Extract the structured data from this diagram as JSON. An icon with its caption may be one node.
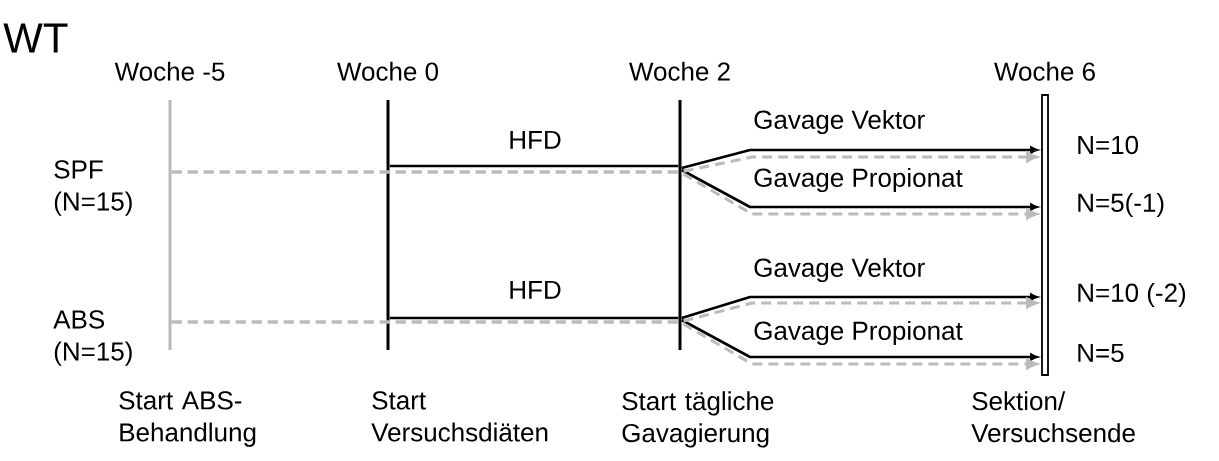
{
  "diagram": {
    "title": "WT",
    "nodes": [
      {
        "text": [
          "Woche -5",
          "Start ABS-Behandlung"
        ]
      },
      {
        "text": [
          "Woche 0",
          "Start Versuchsdiäten"
        ]
      },
      {
        "text": [
          "Woche 2",
          "Start tägliche Gavagierung"
        ]
      },
      {
        "text": [
          "Woche 6",
          "Sektion/ Versuchsende"
        ]
      }
    ],
    "edges": [
      {
        "from": 1,
        "to": 2,
        "arrow": "none",
        "label": "HFD"
      },
      {
        "from": 2,
        "to": 3,
        "arrow": "to",
        "label": "Gavage Vektor"
      },
      {
        "from": 2,
        "to": 3,
        "arrow": "to",
        "label": "Gavage Propionat"
      },
      {
        "from": 0,
        "to": 3,
        "arrow": "to",
        "style": "dashed",
        "color": "#bbbbbb"
      },
      {
        "from": 0,
        "to": 3,
        "arrow": "to",
        "style": "dashed",
        "color": "#bbbbbb"
      },
      {
        "from": 1,
        "to": 2,
        "arrow": "none",
        "label": "HFD"
      },
      {
        "from": 2,
        "to": 3,
        "arrow": "to",
        "label": "Gavage Vektor"
      },
      {
        "from": 2,
        "to": 3,
        "arrow": "to",
        "label": "Gavage Propionat"
      },
      {
        "from": 0,
        "to": 3,
        "arrow": "to",
        "style": "dashed",
        "color": "#bbbbbb"
      },
      {
        "from": 0,
        "to": 3,
        "arrow": "to",
        "style": "dashed",
        "color": "#bbbbbb"
      }
    ],
    "labels": [
      "SPF (N=15)",
      "N=10",
      "N=5(-1)",
      "ABS (N=15)",
      "N=10 (-2)",
      "N=5"
    ]
  }
}
